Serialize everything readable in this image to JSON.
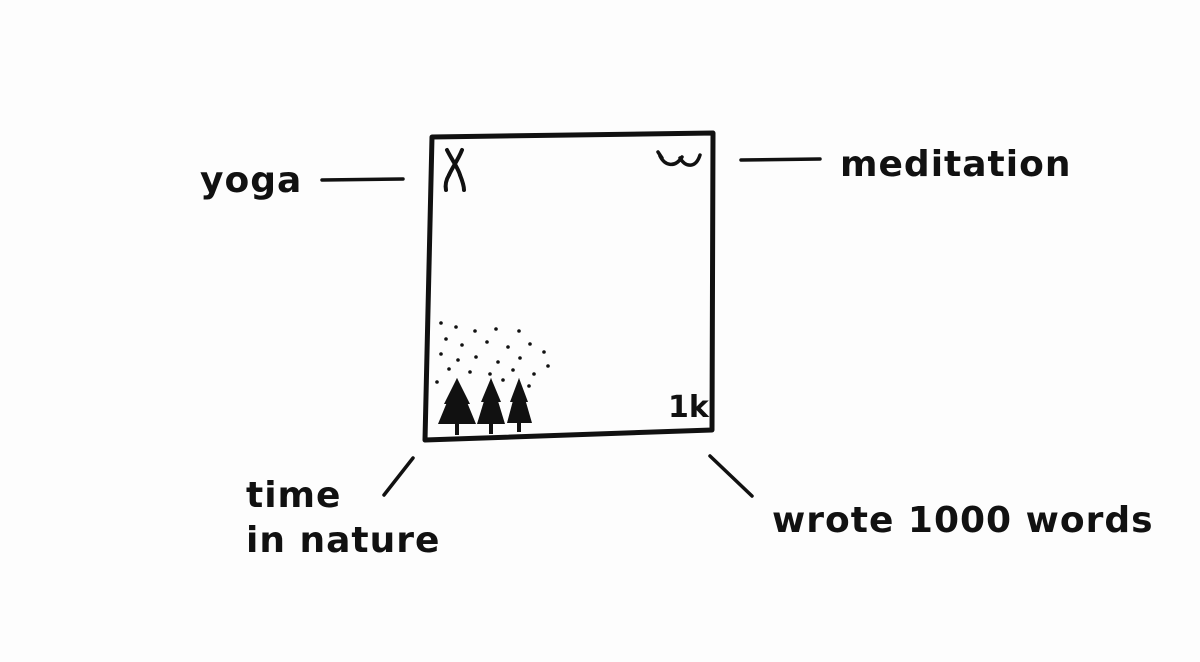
{
  "diagram": {
    "labels": {
      "top_left": "yoga",
      "top_right": "meditation",
      "bottom_left_line1": "time",
      "bottom_left_line2": "in nature",
      "bottom_right": "wrote 1000 words"
    },
    "corner_marks": {
      "bottom_right": "1k"
    },
    "icons": {
      "top_left": "yoga-pose-icon",
      "top_right": "closed-eyes-icon",
      "bottom_left": "pine-trees-icon"
    },
    "ink_color": "#111111",
    "background_color": "#fdfdfd"
  }
}
